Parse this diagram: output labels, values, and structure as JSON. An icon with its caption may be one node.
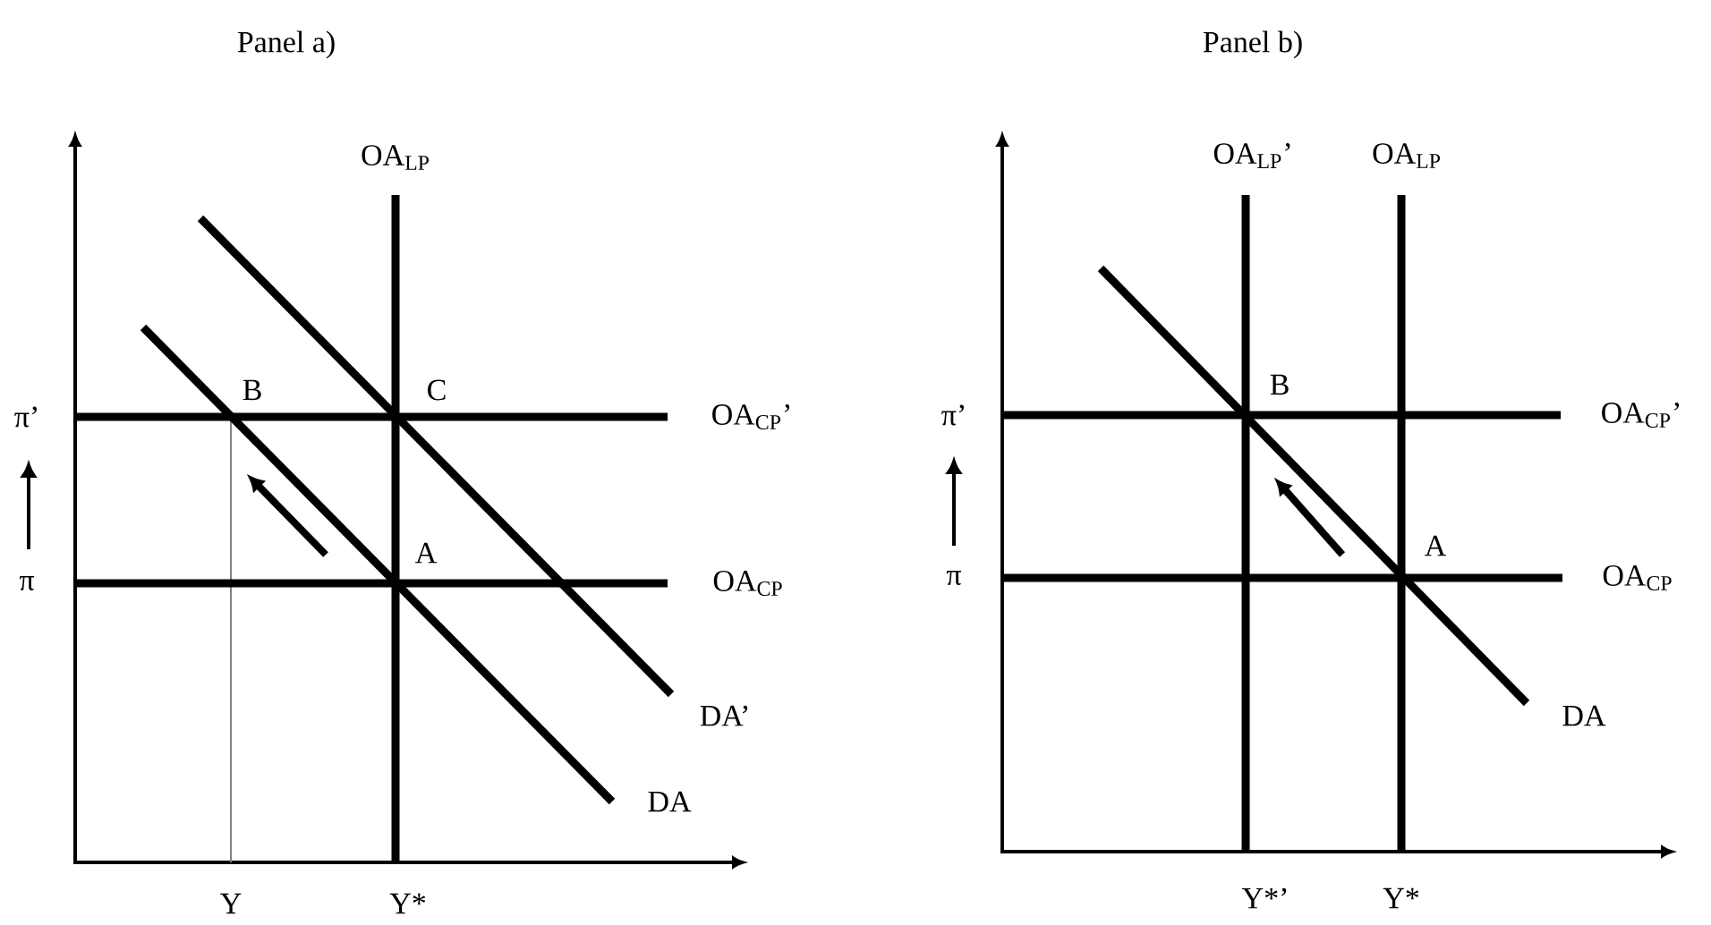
{
  "diagram": {
    "labels": [
      "Panel a)",
      "Panel b)",
      "OA$_{LP}$",
      "B",
      "C",
      "π’",
      "OA$_{CP}$’",
      "A",
      "π",
      "OA$_{CP}$",
      "DA’",
      "DA",
      "Y",
      "Y*",
      "OA$_{LP}$’",
      "OA$_{LP}$",
      "B",
      "π’",
      "OA$_{CP}$’",
      "A",
      "π",
      "OA$_{CP}$",
      "DA",
      "Y*’",
      "Y*"
    ]
  }
}
